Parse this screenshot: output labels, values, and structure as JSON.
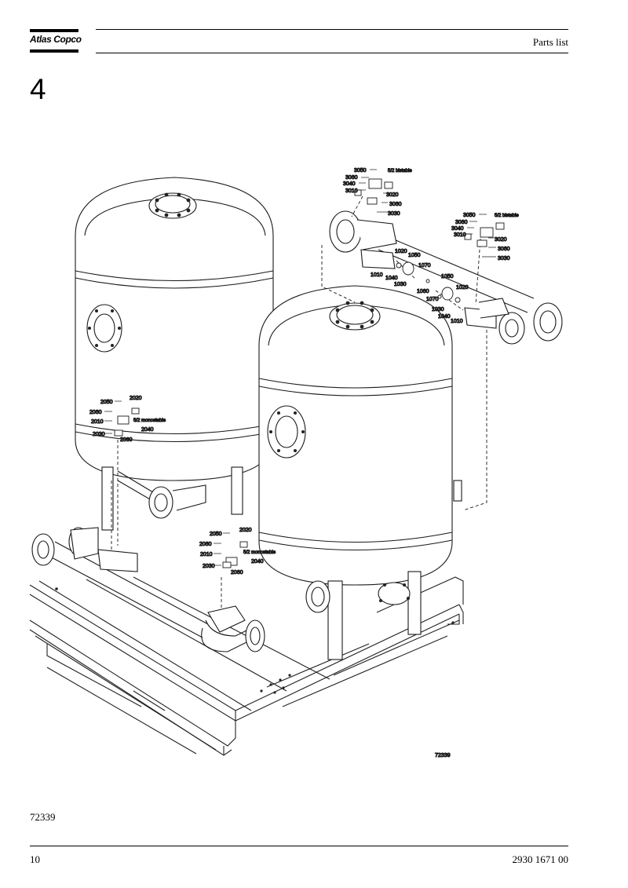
{
  "header": {
    "brand": "Atlas Copco",
    "title": "Parts list"
  },
  "section": {
    "number": "4"
  },
  "drawing": {
    "figure_label": "72339",
    "callouts_left_valve": {
      "p2050": "2050",
      "p2020": "2020",
      "p2060a": "2060",
      "p2010": "2010",
      "type": "5/2 monostable",
      "p2040": "2040",
      "p2030": "2030",
      "p2060b": "2060"
    },
    "callouts_center_valve": {
      "p2050": "2050",
      "p2020": "2020",
      "p2060a": "2060",
      "p2010": "2010",
      "type": "5/2 monostable",
      "p2040": "2040",
      "p2030": "2030",
      "p2060b": "2060"
    },
    "callouts_top_valve": {
      "p3050": "3050",
      "type": "5/2 bistable",
      "p3060a": "3060",
      "p3040": "3040",
      "p3010": "3010",
      "p3020": "3020",
      "p3060b": "3060",
      "p3030": "3030"
    },
    "callouts_right_valve": {
      "p3050": "3050",
      "type": "5/2 bistable",
      "p3060a": "3060",
      "p3040": "3040",
      "p3010": "3010",
      "p3020": "3020",
      "p3060b": "3060",
      "p3030": "3030"
    },
    "callouts_upper_silencer": {
      "p1020": "1020",
      "p1050": "1050",
      "p1070": "1070",
      "p1010": "1010",
      "p1040": "1040",
      "p1030": "1030"
    },
    "callouts_lower_silencer": {
      "p1050": "1050",
      "p1060": "1060",
      "p1020": "1020",
      "p1070": "1070",
      "p1030": "1030",
      "p1040": "1040",
      "p1010": "1010"
    }
  },
  "footer": {
    "figure_number": "72339",
    "page_number": "10",
    "document_number": "2930 1671 00"
  }
}
